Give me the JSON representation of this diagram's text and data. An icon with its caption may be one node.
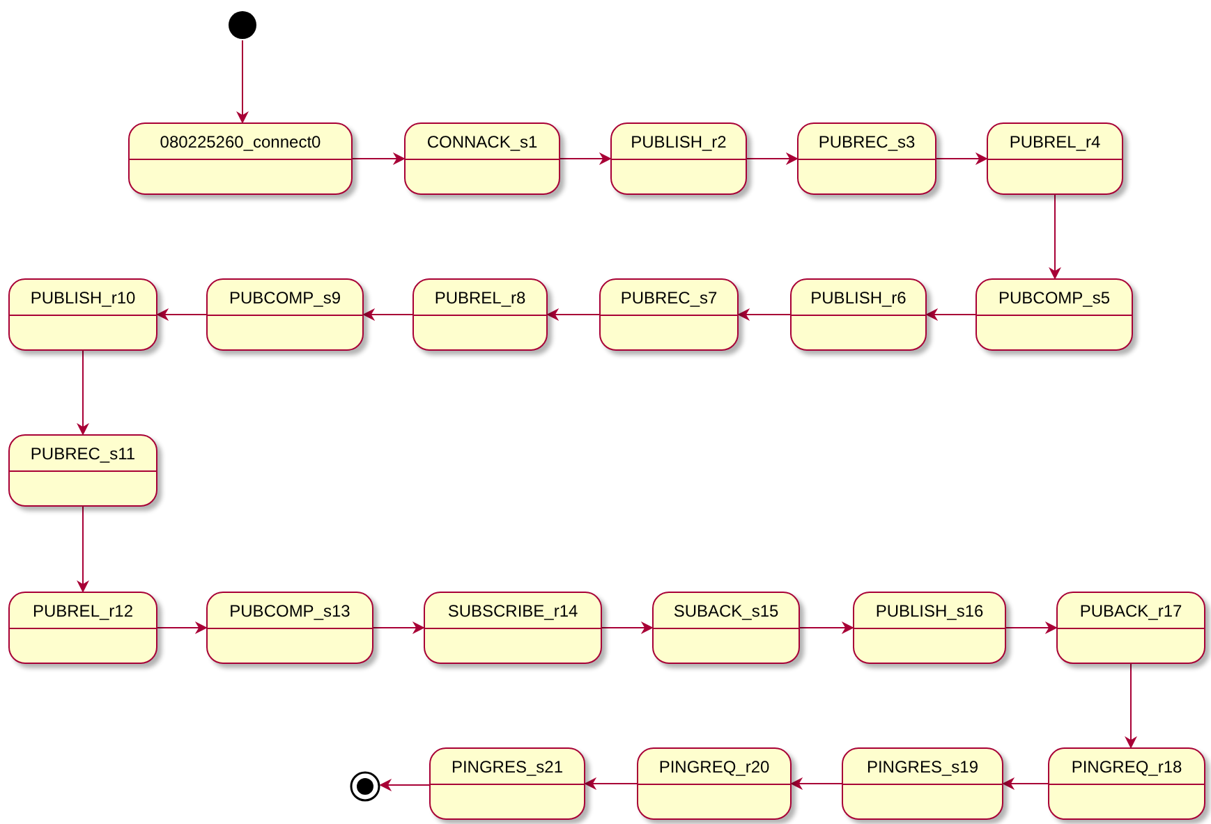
{
  "diagram": {
    "nodes": [
      {
        "text": [],
        "shape": "circle"
      },
      {
        "text": [
          "080225260_connect0"
        ]
      },
      {
        "text": [
          "CONNACK_s1"
        ]
      },
      {
        "text": [
          "PUBLISH_r2"
        ]
      },
      {
        "text": [
          "PUBREC_s3"
        ]
      },
      {
        "text": [
          "PUBREL_r4"
        ]
      },
      {
        "text": [
          "PUBCOMP_s5"
        ]
      },
      {
        "text": [
          "PUBLISH_r6"
        ]
      },
      {
        "text": [
          "PUBREC_s7"
        ]
      },
      {
        "text": [
          "PUBREL_r8"
        ]
      },
      {
        "text": [
          "PUBCOMP_s9"
        ]
      },
      {
        "text": [
          "PUBLISH_r10"
        ]
      },
      {
        "text": [
          "PUBREC_s11"
        ]
      },
      {
        "text": [
          "PUBREL_r12"
        ]
      },
      {
        "text": [
          "PUBCOMP_s13"
        ]
      },
      {
        "text": [
          "SUBSCRIBE_r14"
        ]
      },
      {
        "text": [
          "SUBACK_s15"
        ]
      },
      {
        "text": [
          "PUBLISH_s16"
        ]
      },
      {
        "text": [
          "PUBACK_r17"
        ]
      },
      {
        "text": [
          "PINGREQ_r18"
        ]
      },
      {
        "text": [
          "PINGRES_s19"
        ]
      },
      {
        "text": [
          "PINGREQ_r20"
        ]
      },
      {
        "text": [
          "PINGRES_s21"
        ]
      },
      {
        "text": [],
        "shape": "bullseye"
      }
    ],
    "edges": [
      {
        "from": 0,
        "to": 1,
        "arrow": "to"
      },
      {
        "from": 1,
        "to": 2,
        "arrow": "to"
      },
      {
        "from": 2,
        "to": 3,
        "arrow": "to"
      },
      {
        "from": 3,
        "to": 4,
        "arrow": "to"
      },
      {
        "from": 4,
        "to": 5,
        "arrow": "to"
      },
      {
        "from": 5,
        "to": 6,
        "arrow": "to"
      },
      {
        "from": 6,
        "to": 7,
        "arrow": "to"
      },
      {
        "from": 7,
        "to": 8,
        "arrow": "to"
      },
      {
        "from": 8,
        "to": 9,
        "arrow": "to"
      },
      {
        "from": 9,
        "to": 10,
        "arrow": "to"
      },
      {
        "from": 10,
        "to": 11,
        "arrow": "to"
      },
      {
        "from": 11,
        "to": 12,
        "arrow": "to"
      },
      {
        "from": 12,
        "to": 13,
        "arrow": "to"
      },
      {
        "from": 13,
        "to": 14,
        "arrow": "to"
      },
      {
        "from": 14,
        "to": 15,
        "arrow": "to"
      },
      {
        "from": 15,
        "to": 16,
        "arrow": "to"
      },
      {
        "from": 16,
        "to": 17,
        "arrow": "to"
      },
      {
        "from": 17,
        "to": 18,
        "arrow": "to"
      },
      {
        "from": 18,
        "to": 19,
        "arrow": "to"
      },
      {
        "from": 19,
        "to": 20,
        "arrow": "to"
      },
      {
        "from": 20,
        "to": 21,
        "arrow": "to"
      },
      {
        "from": 21,
        "to": 22,
        "arrow": "to"
      },
      {
        "from": 22,
        "to": 23,
        "arrow": "to"
      }
    ]
  }
}
